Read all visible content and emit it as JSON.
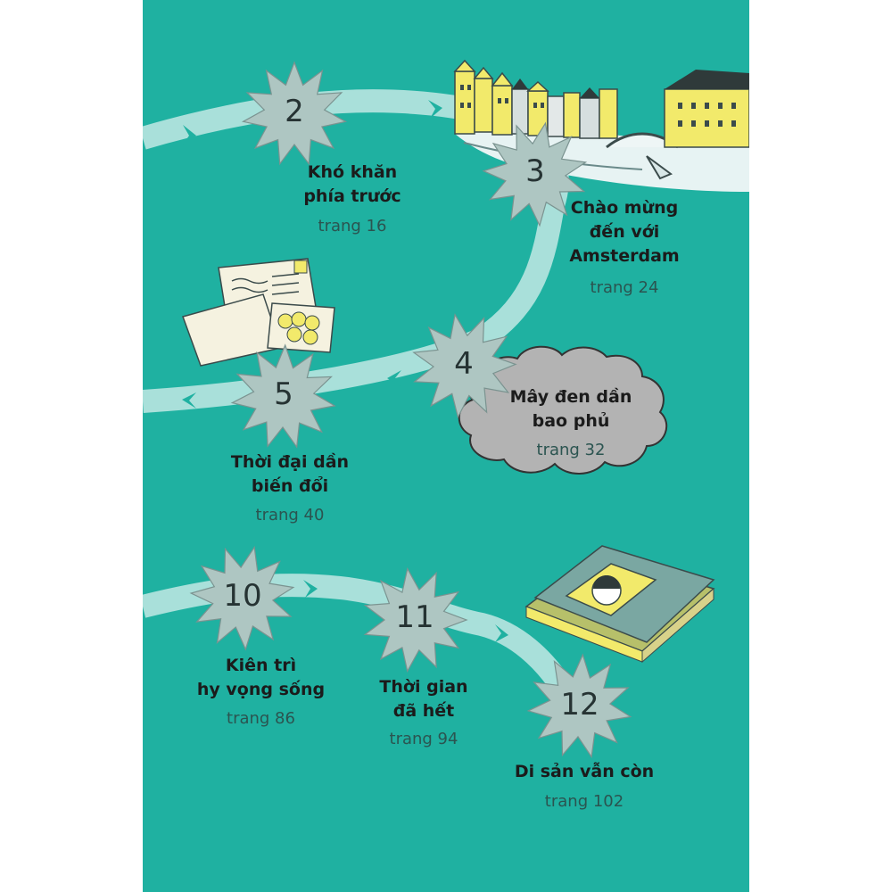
{
  "chapters": [
    {
      "number": "2",
      "title_lines": [
        "Khó khăn",
        "phía trước"
      ],
      "page": "trang 16"
    },
    {
      "number": "3",
      "title_lines": [
        "Chào mừng",
        "đến với",
        "Amsterdam"
      ],
      "page": "trang 24"
    },
    {
      "number": "4",
      "title_lines": [
        "Mây đen dần",
        "bao phủ"
      ],
      "page": "trang 32"
    },
    {
      "number": "5",
      "title_lines": [
        "Thời đại dần",
        "biến đổi"
      ],
      "page": "trang 40"
    },
    {
      "number": "10",
      "title_lines": [
        "Kiên trì",
        "hy vọng sống"
      ],
      "page": "trang 86"
    },
    {
      "number": "11",
      "title_lines": [
        "Thời gian",
        "đã hết"
      ],
      "page": "trang 94"
    },
    {
      "number": "12",
      "title_lines": [
        "Di sản vẫn còn"
      ],
      "page": "trang 102"
    }
  ],
  "colors": {
    "background": "#1fb1a1",
    "path": "#a9e0da",
    "star": "#aec6c2",
    "cloud": "#b3b3b3"
  }
}
